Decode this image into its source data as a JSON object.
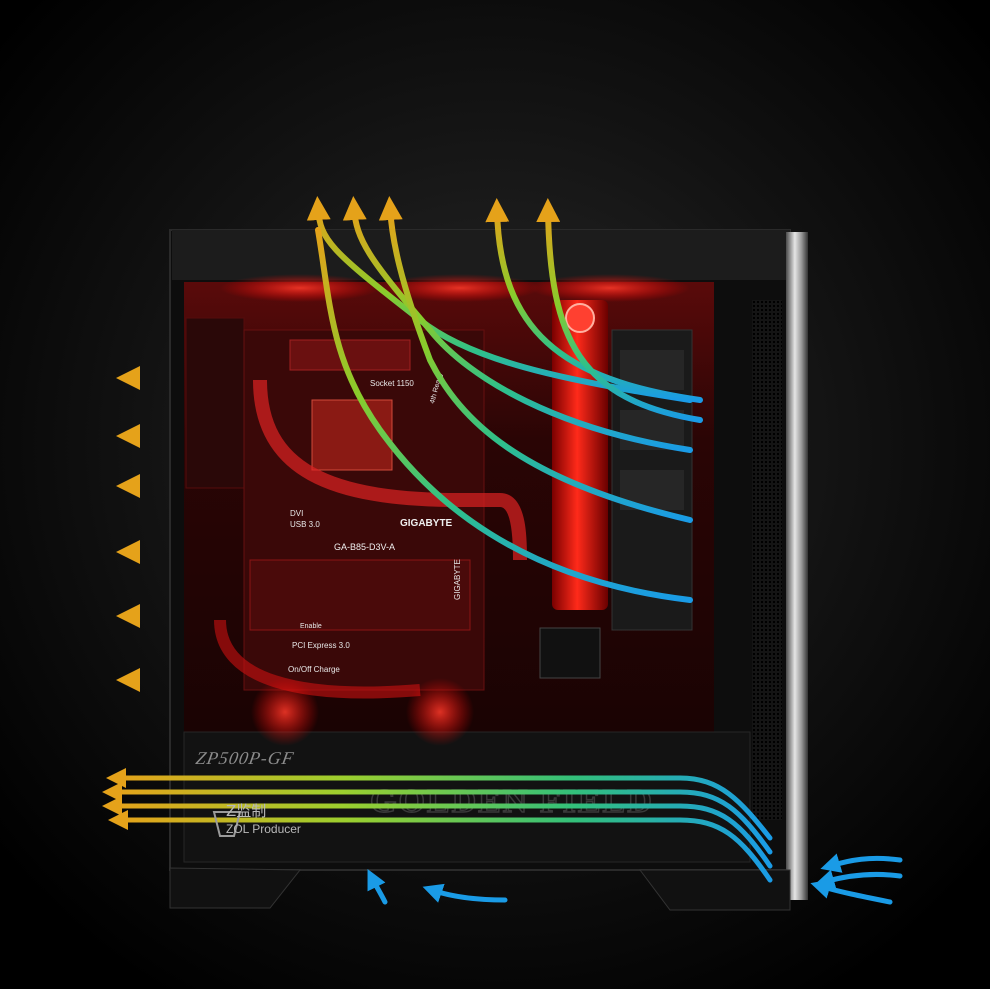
{
  "photo": {
    "subject": "PC case side view with airflow arrows",
    "case_model": "ZP500P-GF",
    "producer_cn": "Z监制",
    "producer_en": "ZOL Producer",
    "watermark": "GOLDEN FIELD",
    "board_labels": {
      "socket": "Socket 1150",
      "dvi": "DVI",
      "usb": "USB 3.0",
      "brand": "GIGABYTE",
      "model": "GA-B85-D3V-A",
      "pci": "PCI Express 3.0",
      "charge": "On/Off Charge",
      "ready": "4th Ready",
      "enable": "Enable",
      "vertical_brand": "GIGABYTE"
    },
    "colors": {
      "hot": "#e5a21a",
      "mid": "#6bd13a",
      "cool": "#1a9be6",
      "glow": "#e21414"
    }
  }
}
